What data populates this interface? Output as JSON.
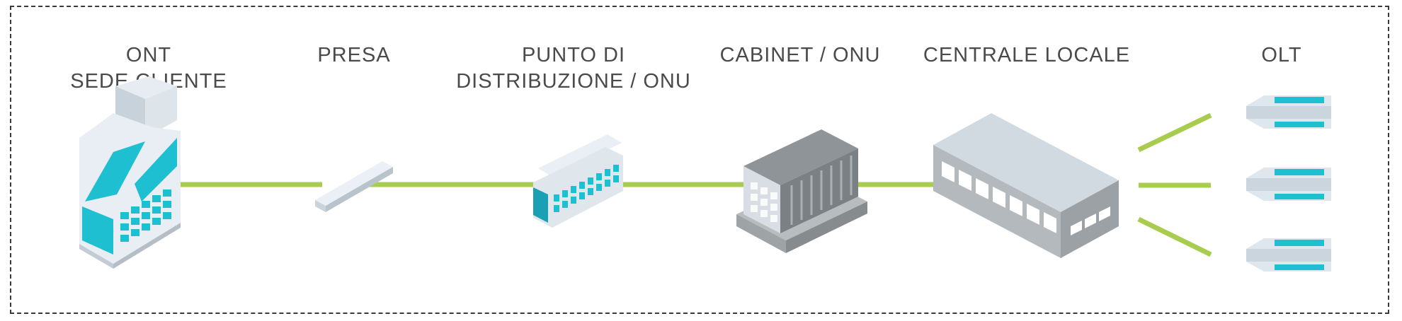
{
  "labels": {
    "ont": [
      "ONT",
      "SEDE CLIENTE"
    ],
    "presa": [
      "PRESA"
    ],
    "punto": [
      "PUNTO DI",
      "DISTRIBUZIONE / ONU"
    ],
    "cabinet": [
      "CABINET / ONU"
    ],
    "centrale": [
      "CENTRALE LOCALE"
    ],
    "olt": [
      "OLT"
    ]
  },
  "colors": {
    "fiber": "#a8cc4e",
    "cyan": "#1fbfd2",
    "light_gray": "#cdd6df",
    "dark_gray": "#8d9396",
    "frame": "#3a3a3a",
    "text": "#4a4a4a"
  },
  "icons": [
    "building-icon",
    "socket-icon",
    "distribution-point-icon",
    "cabinet-icon",
    "central-office-icon",
    "olt-device-icon"
  ]
}
